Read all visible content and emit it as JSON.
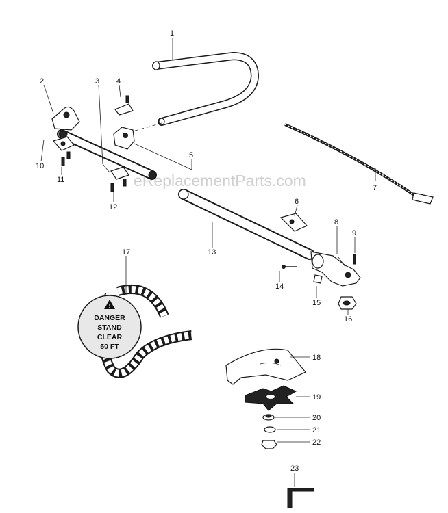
{
  "watermark": "eReplacementParts.com",
  "labels": [
    "1",
    "2",
    "3",
    "4",
    "5",
    "6",
    "7",
    "8",
    "9",
    "10",
    "11",
    "12",
    "13",
    "14",
    "15",
    "16",
    "17",
    "18",
    "19",
    "20",
    "21",
    "22",
    "23"
  ],
  "danger_sign": [
    "DANGER",
    "STAND",
    "CLEAR",
    "50 FT"
  ]
}
